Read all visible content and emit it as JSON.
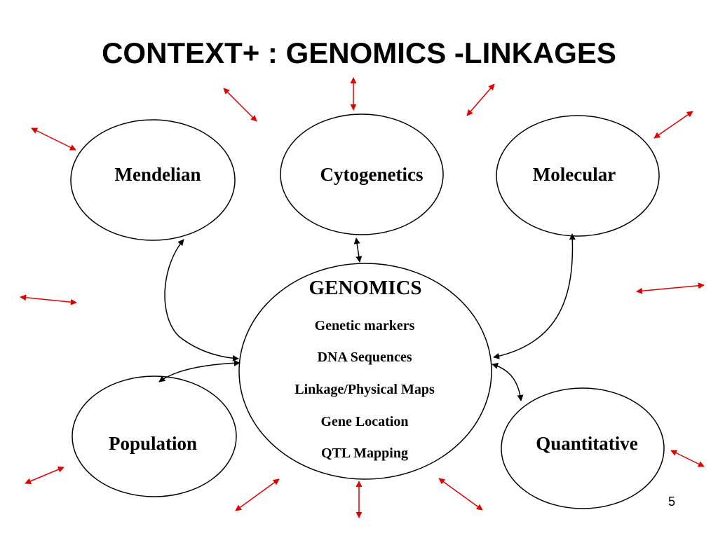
{
  "slide": {
    "title": "CONTEXT+ : GENOMICS -LINKAGES",
    "page_number": "5"
  },
  "nodes": {
    "mendelian": "Mendelian",
    "cytogenetics": "Cytogenetics",
    "molecular": "Molecular",
    "population": "Population",
    "quantitative": "Quantitative"
  },
  "center": {
    "title": "GENOMICS",
    "items": [
      "Genetic markers",
      "DNA Sequences",
      "Linkage/Physical Maps",
      "Gene Location",
      "QTL Mapping"
    ]
  },
  "colors": {
    "outer_arrows": "#e00000",
    "links": "#000000"
  }
}
